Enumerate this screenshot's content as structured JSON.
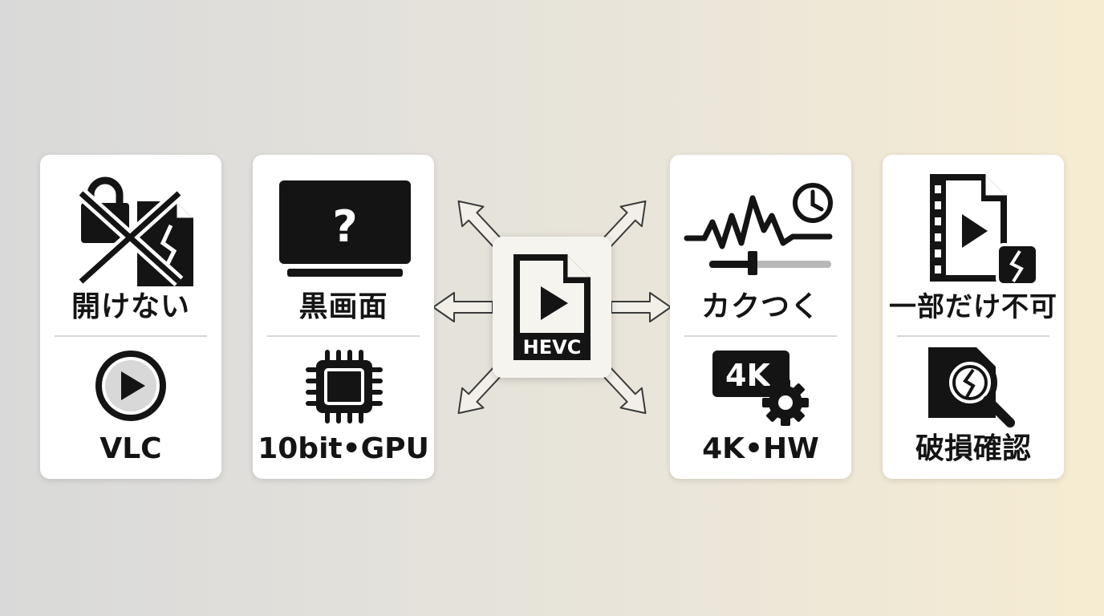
{
  "center": {
    "label": "HEVC",
    "icon": "video-file-icon"
  },
  "cards": [
    {
      "id": "cannot-open",
      "top_label": "開けない",
      "bottom_label": "VLC",
      "top_icon": "locked-broken-file-crossed-icon",
      "bottom_icon": "play-circle-icon"
    },
    {
      "id": "black-screen",
      "top_label": "黒画面",
      "bottom_label": "10bit•GPU",
      "top_icon": "monitor-question-icon",
      "bottom_icon": "chip-icon"
    },
    {
      "id": "stutter",
      "top_label": "カクつく",
      "bottom_label": "4K•HW",
      "top_icon": "jitter-graph-clock-icon",
      "bottom_icon": "4k-gear-icon",
      "badge_text": "4K"
    },
    {
      "id": "partial-fail",
      "top_label": "一部だけ不可",
      "bottom_label": "破損確認",
      "top_icon": "video-file-broken-icon",
      "bottom_icon": "magnify-broken-icon"
    }
  ],
  "colors": {
    "icon": "#141414",
    "card": "#ffffff",
    "arrow_stroke": "#3a3a3a"
  }
}
